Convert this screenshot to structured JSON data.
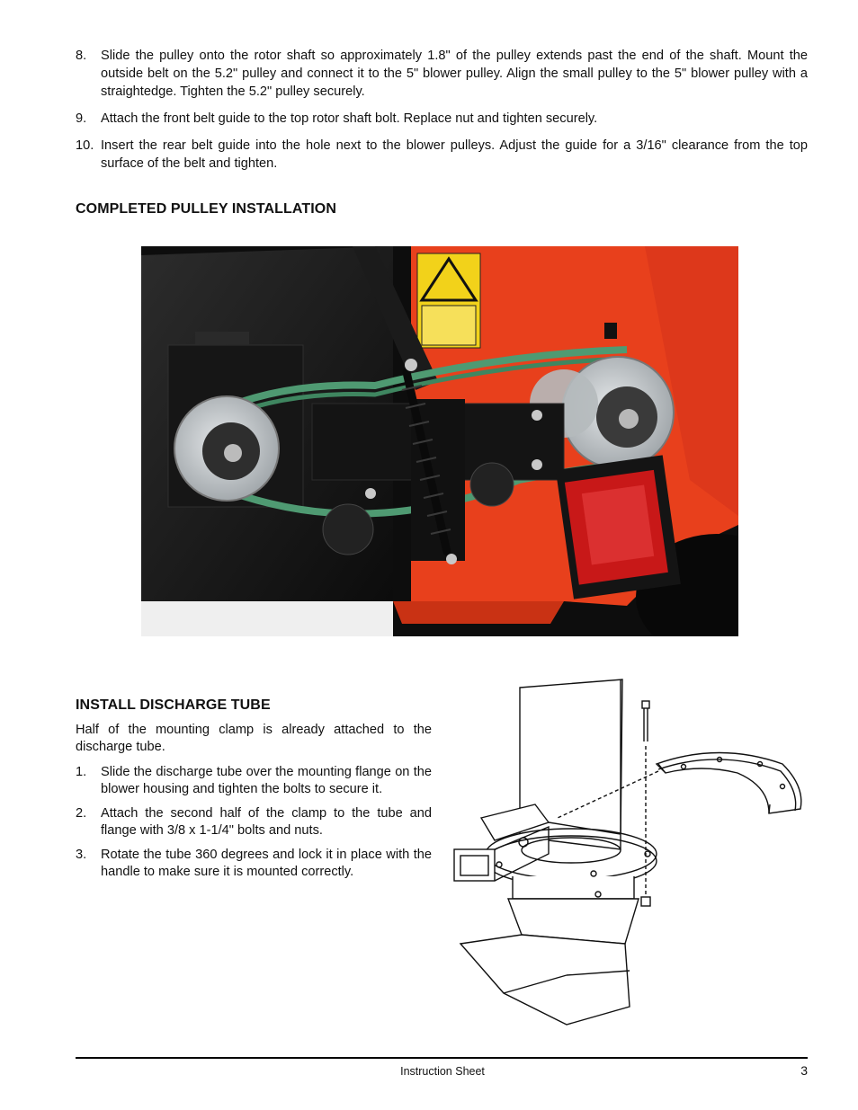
{
  "steps_top": [
    {
      "num": "8.",
      "text": "Slide the pulley onto the rotor shaft so approximately 1.8\" of the pulley extends past the end of the shaft. Mount the outside belt on the 5.2\" pulley and connect it to the 5\" blower pulley. Align the small pulley to the 5\" blower pulley with a straightedge. Tighten the 5.2\" pulley securely."
    },
    {
      "num": "9.",
      "text": "Attach the front belt guide to the top rotor shaft bolt. Replace nut and tighten securely."
    },
    {
      "num": "10.",
      "text": "Insert the rear belt guide into the hole next to the blower pulleys. Adjust the guide for a 3/16\" clearance from the top surface of the belt and tighten."
    }
  ],
  "section1": {
    "title": "COMPLETED PULLEY INSTALLATION"
  },
  "section2": {
    "title": "INSTALL DISCHARGE TUBE",
    "intro": "Half of the mounting clamp is already attached to the discharge tube.",
    "steps": [
      {
        "num": "1.",
        "text": "Slide the discharge tube over the mounting flange on the blower housing and tighten the bolts to secure it."
      },
      {
        "num": "2.",
        "text": "Attach the second half of the clamp to the tube and flange with 3/8 x 1-1/4\" bolts and nuts."
      },
      {
        "num": "3.",
        "text": "Rotate the tube 360 degrees and lock it in place with the handle to make sure it is mounted correctly."
      }
    ]
  },
  "footer": {
    "label": "Instruction Sheet",
    "page": "3"
  },
  "colors": {
    "housing_orange": "#e8401c",
    "belt_green": "#4f9a72",
    "pulley_gray": "#c9cdd0",
    "warning_yellow": "#f2d21a",
    "light_red": "#c81818"
  }
}
